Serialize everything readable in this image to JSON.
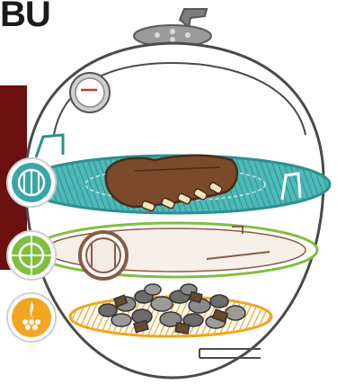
{
  "header": {
    "partial_title": "BU"
  },
  "illustration": {
    "subject": "kettle-grill-cutaway",
    "levels": [
      {
        "id": "cooking-grate",
        "icon": "grate-icon",
        "color": "#3aa6a8"
      },
      {
        "id": "diffuser-plate",
        "icon": "plate-icon",
        "color": "#7fbf3f"
      },
      {
        "id": "charcoal-grate",
        "icon": "fire-icon",
        "color": "#f2a521"
      }
    ],
    "colors": {
      "outline": "#4a4a4a",
      "lid_vent": "#8c8c8c",
      "left_strip": "#6b0f0f",
      "ribs": "#7a4a2b",
      "bones": "#f1e5c0",
      "plate": "#8a5a44",
      "charcoal": "#6c6c6c",
      "wood_chunk": "#6a4a2a"
    }
  }
}
